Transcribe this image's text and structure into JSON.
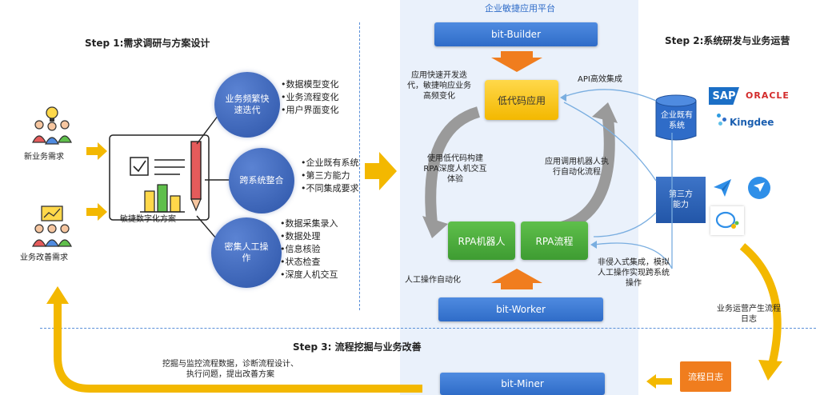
{
  "steps": {
    "step1": "Step 1:需求调研与方案设计",
    "step2": "Step 2:系统研发与业务运营",
    "step3": "Step 3: 流程挖掘与业务改善"
  },
  "left": {
    "new_demand": "新业务需求",
    "improve_demand": "业务改善需求",
    "plan_label": "敏捷数字化方案"
  },
  "circles": [
    {
      "label": "业务频繁快速迭代",
      "bullets": [
        "数据模型变化",
        "业务流程变化",
        "用户界面变化"
      ]
    },
    {
      "label": "跨系统整合",
      "bullets": [
        "企业既有系统",
        "第三方能力",
        "不同集成要求"
      ]
    },
    {
      "label": "密集人工操作",
      "bullets": [
        "数据采集录入",
        "数据处理",
        "信息核验",
        "状态检查",
        "深度人机交互"
      ]
    }
  ],
  "platform": {
    "title": "企业敏捷应用平台",
    "builder": "bit-Builder",
    "lowcode": "低代码应用",
    "rpa_robot": "RPA机器人",
    "rpa_flow": "RPA流程",
    "worker": "bit-Worker",
    "miner": "bit-Miner",
    "note_top_left": "应用快速开发迭代，敏捷响应业务高频变化",
    "note_left": "使用低代码构建RPA深度人机交互体验",
    "note_right": "应用调用机器人执行自动化流程",
    "api_label": "API高效集成",
    "manual_label": "人工操作自动化",
    "non_invasive": "非侵入式集成，模拟人工操作实现跨系统操作"
  },
  "right": {
    "existing_system": "企业既有系统",
    "third_party": "第三方能力",
    "sap": "SAP",
    "oracle": "ORACLE",
    "kingdee": "Kingdee",
    "ops_log_note": "业务运营产生流程日志",
    "flow_log": "流程日志"
  },
  "bottom": {
    "mining_note": "挖掘与监控流程数据，诊断流程设计、执行问题，提出改善方案"
  },
  "colors": {
    "blue": "#2f6cc8",
    "green": "#3e9c32",
    "yellow": "#f3b800",
    "orange": "#f07d1e",
    "panel": "#eaf1fb"
  }
}
